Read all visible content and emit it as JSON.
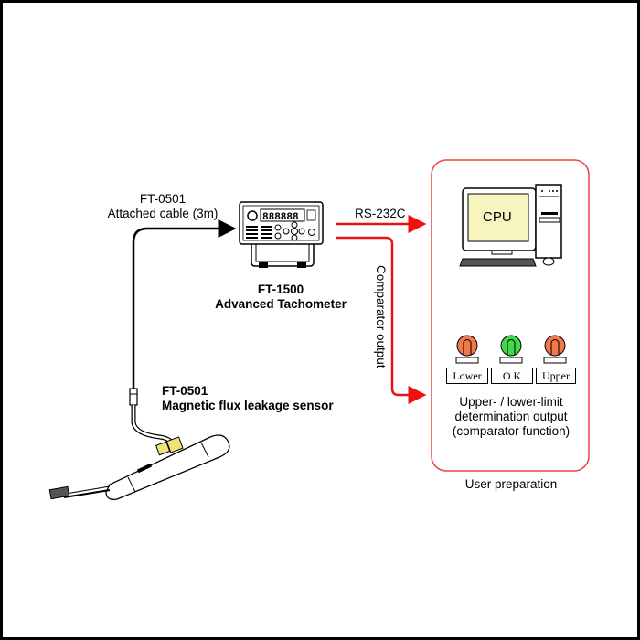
{
  "cable": {
    "model": "FT-0501",
    "desc": "Attached cable (3m)"
  },
  "tachometer": {
    "model": "FT-1500",
    "name": "Advanced Tachometer"
  },
  "sensor": {
    "model": "FT-0501",
    "name": "Magnetic flux leakage sensor"
  },
  "links": {
    "rs232c": "RS-232C",
    "comparator": "Comparator output"
  },
  "computer": {
    "screen_label": "CPU"
  },
  "lamps": [
    {
      "label": "Lower",
      "color": "#f0784a"
    },
    {
      "label": "O K",
      "color": "#3fd94a"
    },
    {
      "label": "Upper",
      "color": "#f0784a"
    }
  ],
  "comparator_desc": [
    "Upper- / lower-limit",
    "determination output",
    "(comparator function)"
  ],
  "user_box_caption": "User preparation",
  "colors": {
    "signal_line": "#ee1111",
    "user_box_border": "#ee4444",
    "sensor_accent": "#f2e27a",
    "screen": "#f8f4c0"
  }
}
